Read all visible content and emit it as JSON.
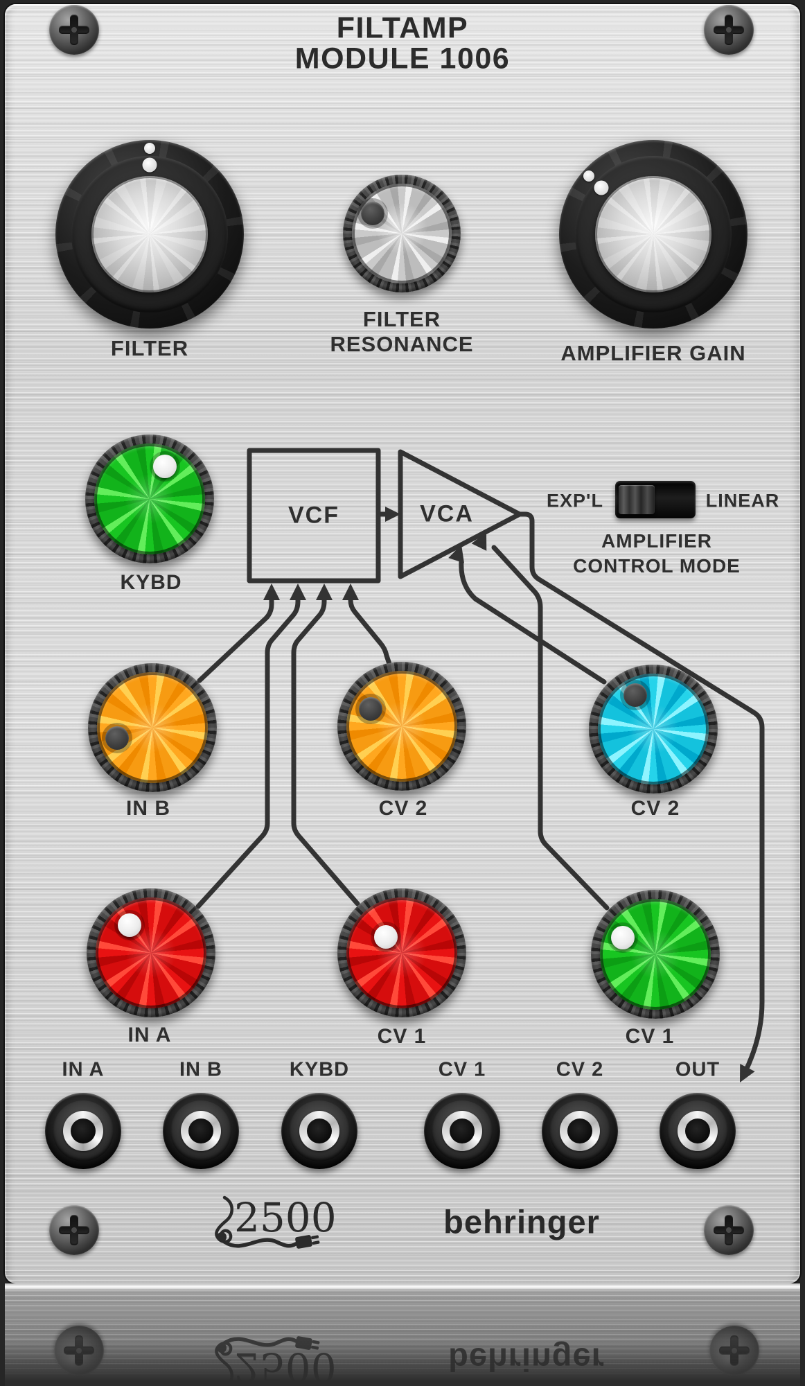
{
  "window": {
    "title_line1": "FILTAMP",
    "title_line2": "MODULE 1006"
  },
  "top_controls": {
    "filter_label": "FILTER",
    "resonance_label_line1": "FILTER",
    "resonance_label_line2": "RESONANCE",
    "amp_gain_label": "AMPLIFIER GAIN"
  },
  "diagram": {
    "vcf_label": "VCF",
    "vca_label": "VCA",
    "mode_switch": {
      "left_option": "EXP'L",
      "right_option": "LINEAR",
      "selected": "EXP'L",
      "caption_line1": "AMPLIFIER",
      "caption_line2": "CONTROL MODE"
    }
  },
  "knobs": [
    {
      "id": "kybd",
      "label": "KYBD",
      "color": "green",
      "indicator": "white-dot",
      "indicator_position": "upper-right"
    },
    {
      "id": "in-b",
      "label": "IN B",
      "color": "orange",
      "indicator": "dark-dot",
      "indicator_position": "lower-left"
    },
    {
      "id": "cv2-filter",
      "label": "CV 2",
      "color": "orange",
      "indicator": "dark-dot",
      "indicator_position": "upper-left"
    },
    {
      "id": "cv2-amp",
      "label": "CV 2",
      "color": "cyan",
      "indicator": "dark-dot",
      "indicator_position": "upper-left"
    },
    {
      "id": "in-a",
      "label": "IN A",
      "color": "red",
      "indicator": "white-dot",
      "indicator_position": "upper-left"
    },
    {
      "id": "cv1-filter",
      "label": "CV 1",
      "color": "red",
      "indicator": "white-dot",
      "indicator_position": "upper-left"
    },
    {
      "id": "cv1-amp",
      "label": "CV 1",
      "color": "green",
      "indicator": "white-dot",
      "indicator_position": "upper-left"
    }
  ],
  "jacks": [
    {
      "label": "IN A"
    },
    {
      "label": "IN B"
    },
    {
      "label": "KYBD"
    },
    {
      "label": "CV 1"
    },
    {
      "label": "CV 2"
    },
    {
      "label": "OUT"
    }
  ],
  "footer": {
    "series_logo": "2500",
    "brand": "behringer"
  },
  "colors": {
    "panel": "#d5d5d5",
    "label_text": "#2f2f2f",
    "diagram_line": "#333333",
    "knob_orange": "#ffa71f",
    "knob_red": "#e81212",
    "knob_green": "#18c521",
    "knob_cyan": "#25d3ea",
    "knob_silver": "#cacaca"
  }
}
